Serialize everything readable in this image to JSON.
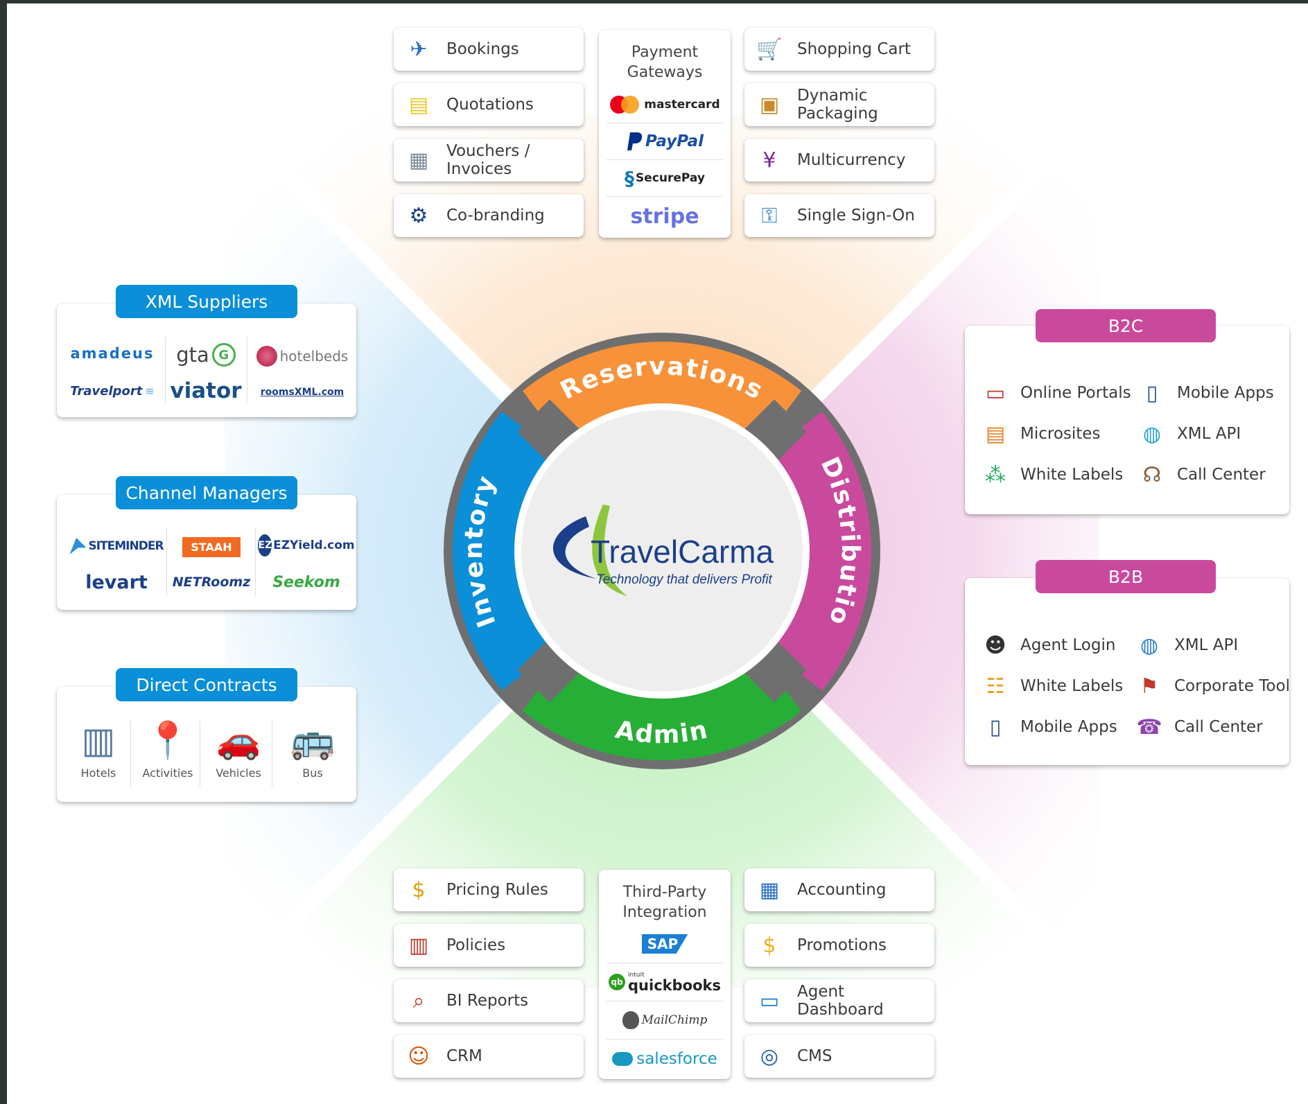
{
  "colors": {
    "reservations": "#f7923a",
    "inventory": "#0a8fd8",
    "distribution": "#c94a9d",
    "admin": "#27ae37",
    "connector": "#6f6f6f",
    "blue_pill": "#0a8fd8",
    "pink_pill": "#c94a9d"
  },
  "center": {
    "brand": "TravelCarma",
    "tagline": "Technology that delivers Profit",
    "segments": {
      "reservations": "Reservations",
      "inventory": "Inventory",
      "distribution": "Distribution",
      "admin": "Admin"
    }
  },
  "reservations": {
    "left_items": [
      {
        "label": "Bookings",
        "icon": "ticket-icon"
      },
      {
        "label": "Quotations",
        "icon": "document-icon"
      },
      {
        "label": "Vouchers / Invoices",
        "icon": "invoice-icon"
      },
      {
        "label": "Co-branding",
        "icon": "gear-icon"
      }
    ],
    "payment": {
      "title_line1": "Payment",
      "title_line2": "Gateways",
      "gateways": [
        "mastercard",
        "PayPal",
        "SecurePay",
        "stripe"
      ]
    },
    "right_items": [
      {
        "label": "Shopping Cart",
        "icon": "cart-icon"
      },
      {
        "label": "Dynamic Packaging",
        "icon": "package-icon"
      },
      {
        "label": "Multicurrency",
        "icon": "currency-icon"
      },
      {
        "label": "Single Sign-On",
        "icon": "user-key-icon"
      }
    ]
  },
  "inventory": {
    "xml_suppliers": {
      "title": "XML Suppliers",
      "logos": [
        "amadeus",
        "gta",
        "hotelbeds",
        "Travelport",
        "viator",
        "roomsXML.com"
      ]
    },
    "channel_managers": {
      "title": "Channel Managers",
      "logos": [
        "SITEMINDER",
        "STAAH",
        "EZYield.com",
        "levart",
        "NETRoomz",
        "Seekom"
      ]
    },
    "direct_contracts": {
      "title": "Direct Contracts",
      "items": [
        "Hotels",
        "Activities",
        "Vehicles",
        "Bus"
      ]
    }
  },
  "distribution": {
    "b2c": {
      "title": "B2C",
      "items": [
        {
          "label": "Online Portals",
          "icon": "monitor-icon"
        },
        {
          "label": "Mobile Apps",
          "icon": "phone-icon"
        },
        {
          "label": "Microsites",
          "icon": "windows-icon"
        },
        {
          "label": "XML API",
          "icon": "globe-doc-icon"
        },
        {
          "label": "White Labels",
          "icon": "network-icon"
        },
        {
          "label": "Call Center",
          "icon": "headset-icon"
        }
      ]
    },
    "b2b": {
      "title": "B2B",
      "items": [
        {
          "label": "Agent Login",
          "icon": "agent-icon"
        },
        {
          "label": "XML API",
          "icon": "globe-icon"
        },
        {
          "label": "White Labels",
          "icon": "hierarchy-icon"
        },
        {
          "label": "Corporate Tool",
          "icon": "traveler-icon"
        },
        {
          "label": "Mobile Apps",
          "icon": "phone-icon"
        },
        {
          "label": "Call Center",
          "icon": "operator-icon"
        }
      ]
    }
  },
  "admin": {
    "left_items": [
      {
        "label": "Pricing Rules",
        "icon": "coin-gear-icon"
      },
      {
        "label": "Policies",
        "icon": "policy-icon"
      },
      {
        "label": "BI Reports",
        "icon": "magnifier-chart-icon"
      },
      {
        "label": "CRM",
        "icon": "people-icon"
      }
    ],
    "integration": {
      "title_line1": "Third-Party",
      "title_line2": "Integration",
      "partners": [
        "SAP",
        "quickbooks",
        "MailChimp",
        "salesforce"
      ],
      "quickbooks_prefix": "intuit"
    },
    "right_items": [
      {
        "label": "Accounting",
        "icon": "ledger-icon"
      },
      {
        "label": "Promotions",
        "icon": "price-tag-icon"
      },
      {
        "label": "Agent Dashboard",
        "icon": "dashboard-icon"
      },
      {
        "label": "CMS",
        "icon": "database-icon"
      }
    ]
  }
}
